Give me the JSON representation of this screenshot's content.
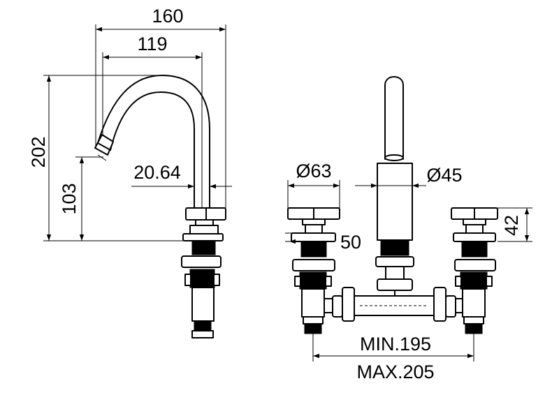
{
  "dimensions": {
    "overall_width": "160",
    "spout_reach": "119",
    "overall_height": "202",
    "spout_height": "103",
    "spout_tube_diameter": "20.64",
    "handle_diameter": "Ø63",
    "spout_base_diameter": "Ø45",
    "handle_height": "42",
    "escutcheon_height": "50",
    "min_spacing": "MIN.195",
    "max_spacing": "MAX.205"
  }
}
